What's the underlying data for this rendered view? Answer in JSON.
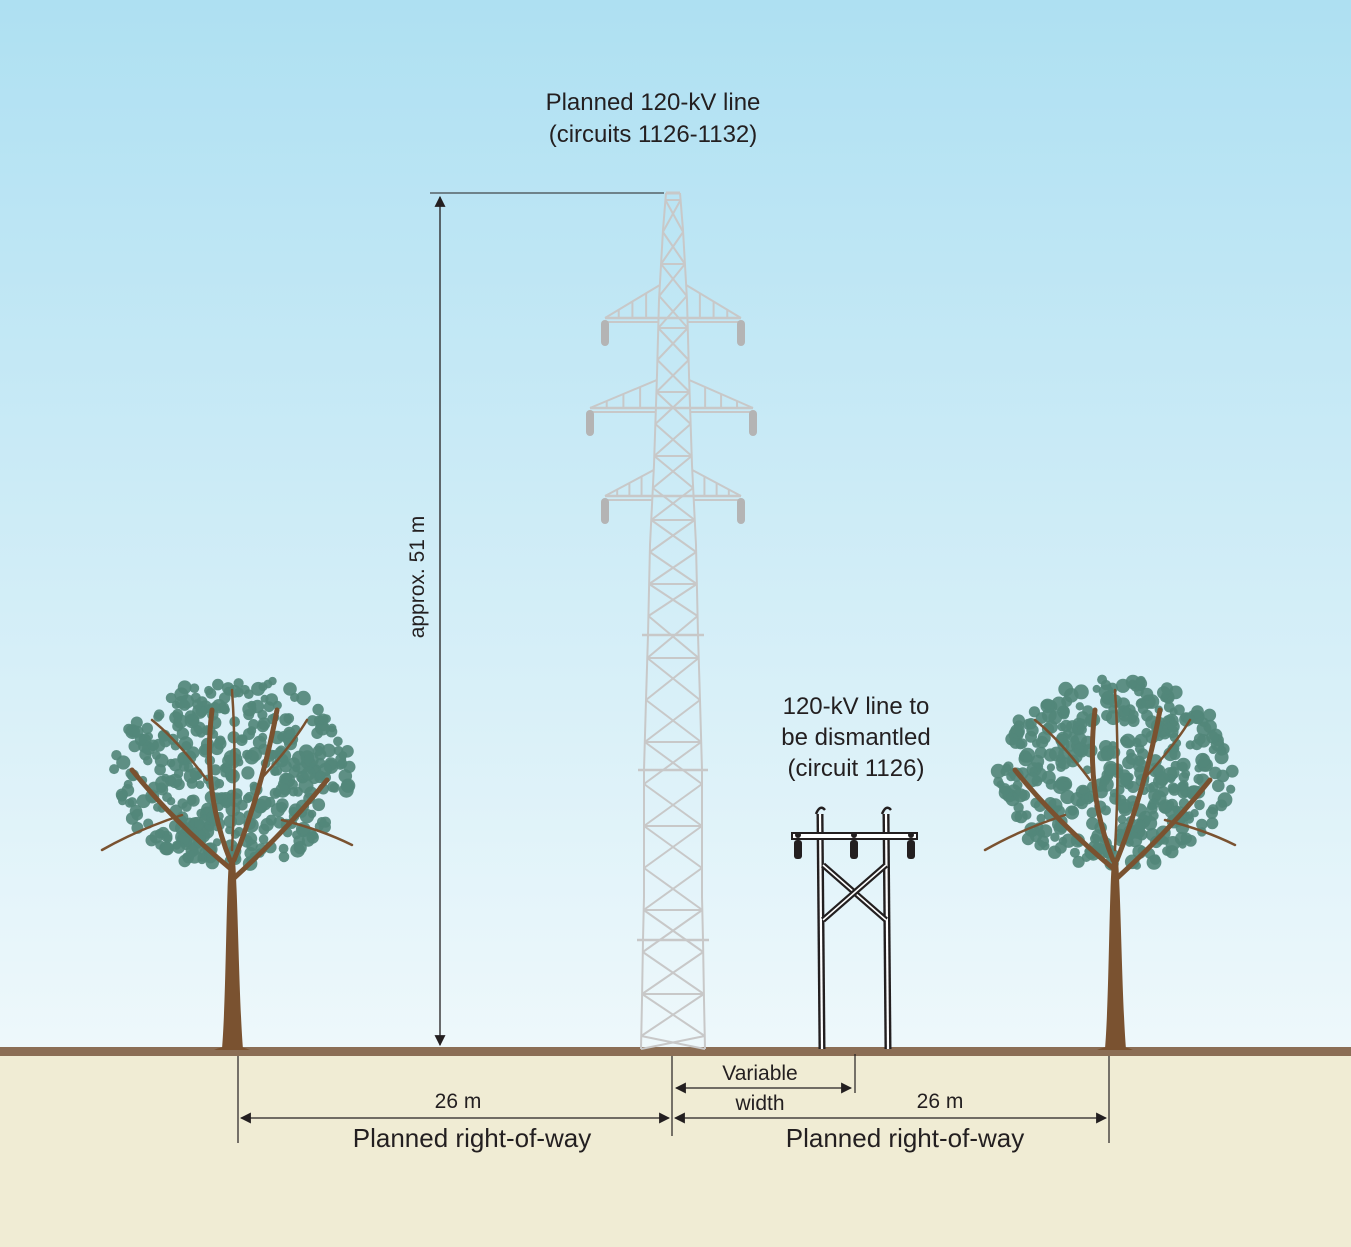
{
  "planned_line": {
    "title_line1": "Planned 120-kV line",
    "title_line2": "(circuits 1126-1132)"
  },
  "old_line": {
    "label_line1": "120-kV line to",
    "label_line2": "be dismantled",
    "label_line3": "(circuit 1126)"
  },
  "dimensions": {
    "tower_height": "approx. 51 m",
    "variable_width_line1": "Variable",
    "variable_width_line2": "width",
    "left_width": "26 m",
    "right_width": "26 m",
    "left_row_label": "Planned right-of-way",
    "right_row_label": "Planned right-of-way"
  },
  "colors": {
    "sky_top": "#aee0f2",
    "sky_bottom": "#eef8fb",
    "ground": "#f0ecd4",
    "ground_line": "#8b6e55",
    "lattice_tower": "#c8c8c8",
    "wood_pole": "#231f20",
    "tree_trunk": "#7a5230",
    "tree_foliage": "#52877a"
  }
}
